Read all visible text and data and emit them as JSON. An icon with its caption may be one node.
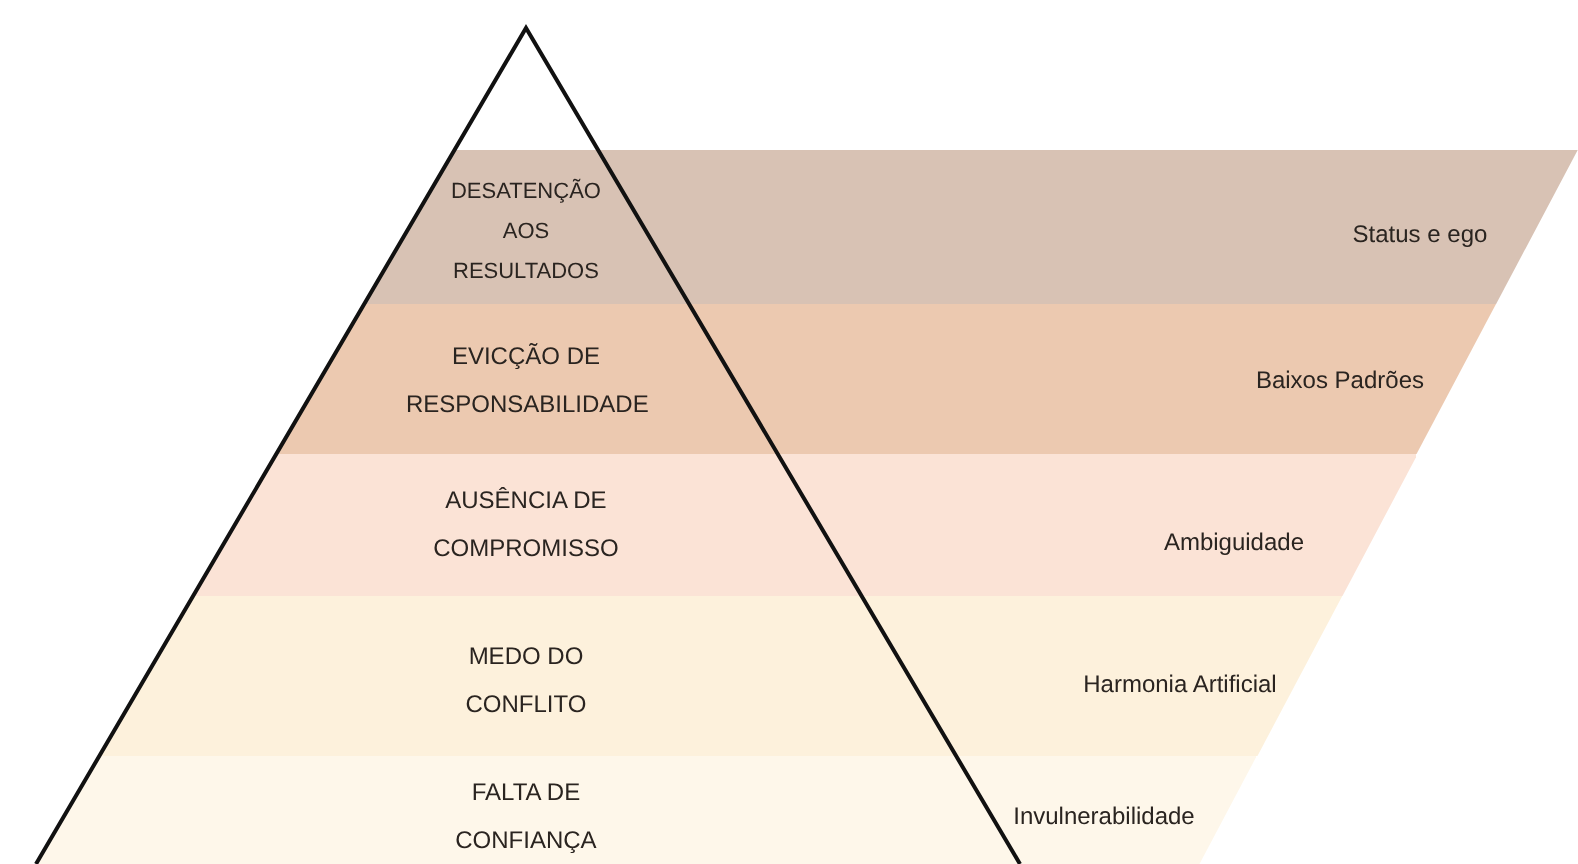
{
  "diagram": {
    "nodes": [
      {
        "text": [
          "DESATENÇÃO AOS RESULTADOS",
          "Status e ego"
        ]
      },
      {
        "text": [
          "EVICÇÃO DE RESPONSABILIDADE",
          "Baixos Padrões"
        ]
      },
      {
        "text": [
          "AUSÊNCIA DE COMPROMISSO",
          "Ambiguidade"
        ]
      },
      {
        "text": [
          "MEDO DO CONFLITO",
          "Harmonia Artificial"
        ]
      },
      {
        "text": [
          "FALTA DE CONFIANÇA",
          "Invulnerabilidade"
        ]
      }
    ],
    "edges": []
  }
}
